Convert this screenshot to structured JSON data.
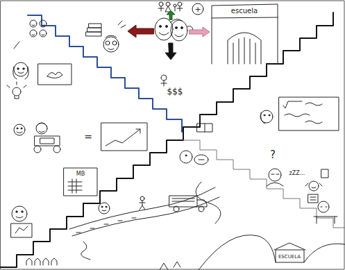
{
  "diagram": {
    "labels": [
      "escuela",
      "+",
      "$$$",
      "=",
      "MB",
      "?",
      "zZZ...",
      "ESCUELA"
    ]
  }
}
